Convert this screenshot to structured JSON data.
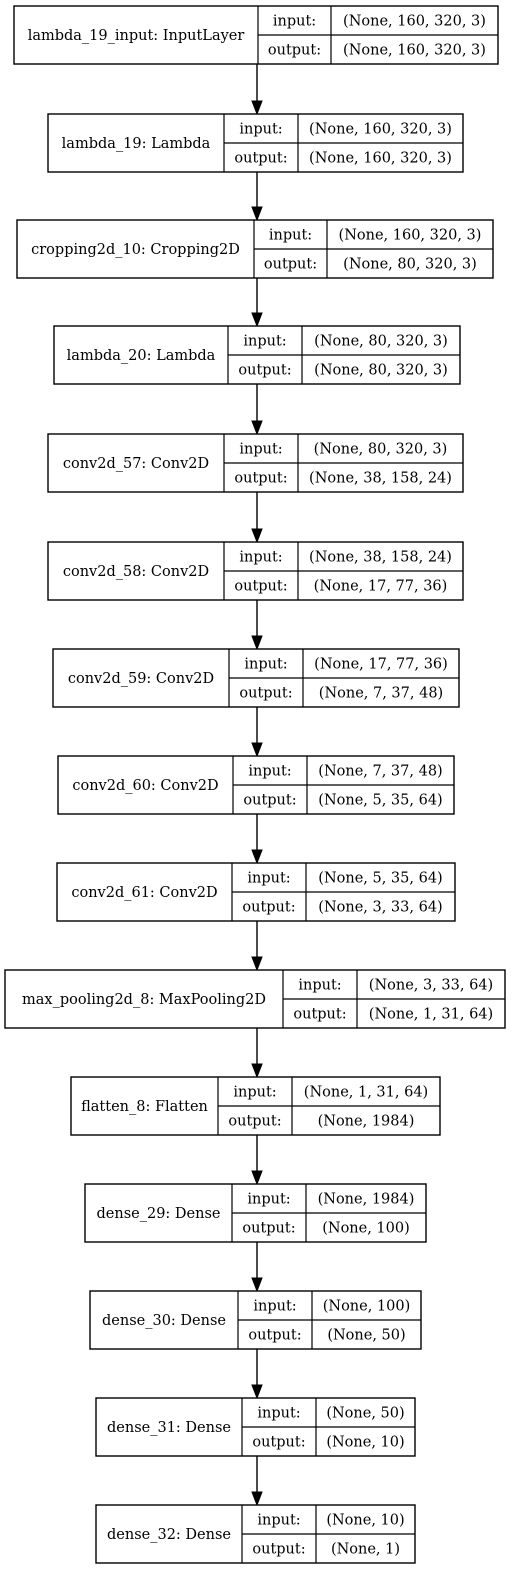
{
  "diagram": {
    "port_labels": {
      "input": "input:",
      "output": "output:"
    },
    "layers": [
      {
        "name": "lambda_19_input: InputLayer",
        "input": "(None, 160, 320, 3)",
        "output": "(None, 160, 320, 3)"
      },
      {
        "name": "lambda_19: Lambda",
        "input": "(None, 160, 320, 3)",
        "output": "(None, 160, 320, 3)"
      },
      {
        "name": "cropping2d_10: Cropping2D",
        "input": "(None, 160, 320, 3)",
        "output": "(None, 80, 320, 3)"
      },
      {
        "name": "lambda_20: Lambda",
        "input": "(None, 80, 320, 3)",
        "output": "(None, 80, 320, 3)"
      },
      {
        "name": "conv2d_57: Conv2D",
        "input": "(None, 80, 320, 3)",
        "output": "(None, 38, 158, 24)"
      },
      {
        "name": "conv2d_58: Conv2D",
        "input": "(None, 38, 158, 24)",
        "output": "(None, 17, 77, 36)"
      },
      {
        "name": "conv2d_59: Conv2D",
        "input": "(None, 17, 77, 36)",
        "output": "(None, 7, 37, 48)"
      },
      {
        "name": "conv2d_60: Conv2D",
        "input": "(None, 7, 37, 48)",
        "output": "(None, 5, 35, 64)"
      },
      {
        "name": "conv2d_61: Conv2D",
        "input": "(None, 5, 35, 64)",
        "output": "(None, 3, 33, 64)"
      },
      {
        "name": "max_pooling2d_8: MaxPooling2D",
        "input": "(None, 3, 33, 64)",
        "output": "(None, 1, 31, 64)"
      },
      {
        "name": "flatten_8: Flatten",
        "input": "(None, 1, 31, 64)",
        "output": "(None, 1984)"
      },
      {
        "name": "dense_29: Dense",
        "input": "(None, 1984)",
        "output": "(None, 100)"
      },
      {
        "name": "dense_30: Dense",
        "input": "(None, 100)",
        "output": "(None, 50)"
      },
      {
        "name": "dense_31: Dense",
        "input": "(None, 50)",
        "output": "(None, 10)"
      },
      {
        "name": "dense_32: Dense",
        "input": "(None, 10)",
        "output": "(None, 1)"
      }
    ]
  }
}
